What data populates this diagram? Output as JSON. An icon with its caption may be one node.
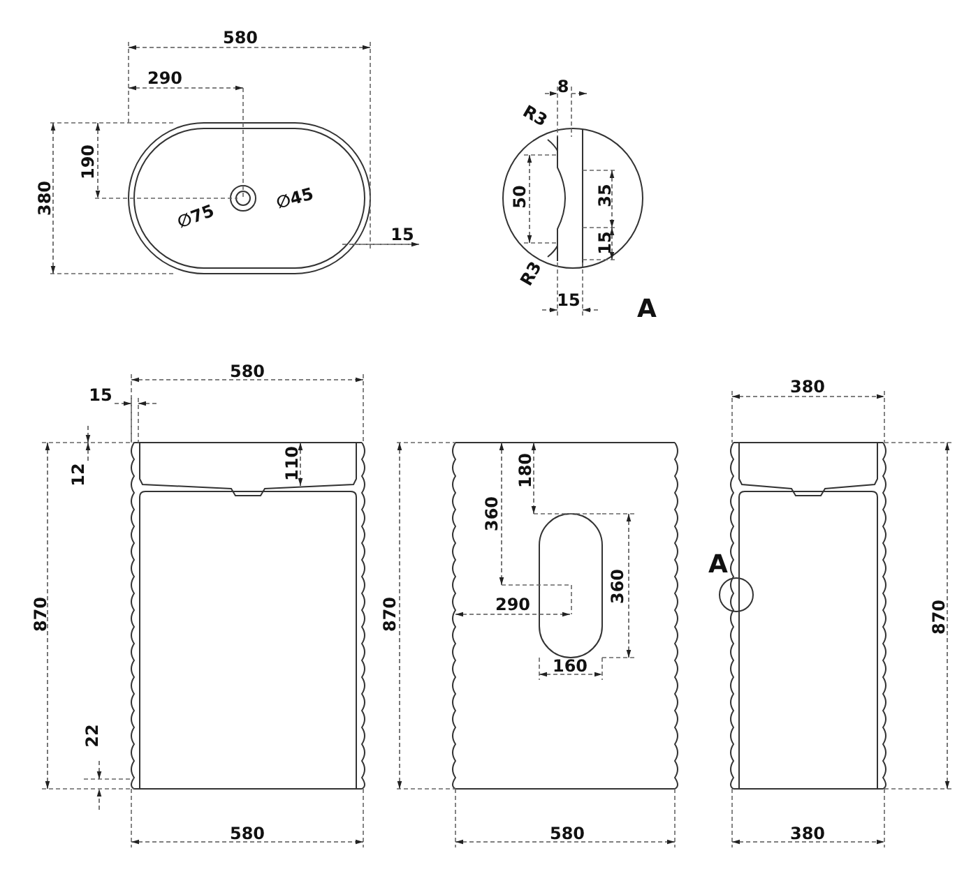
{
  "diagram": {
    "labels": [
      "580",
      "290",
      "190",
      "380",
      "∅45",
      "∅75",
      "15",
      "8",
      "R3",
      "50",
      "35",
      "15",
      "R3",
      "15",
      "A",
      "580",
      "380",
      "15",
      "110",
      "180",
      "12",
      "360",
      "A",
      "360",
      "290",
      "870",
      "870",
      "870",
      "160",
      "22",
      "580",
      "580",
      "380"
    ]
  }
}
